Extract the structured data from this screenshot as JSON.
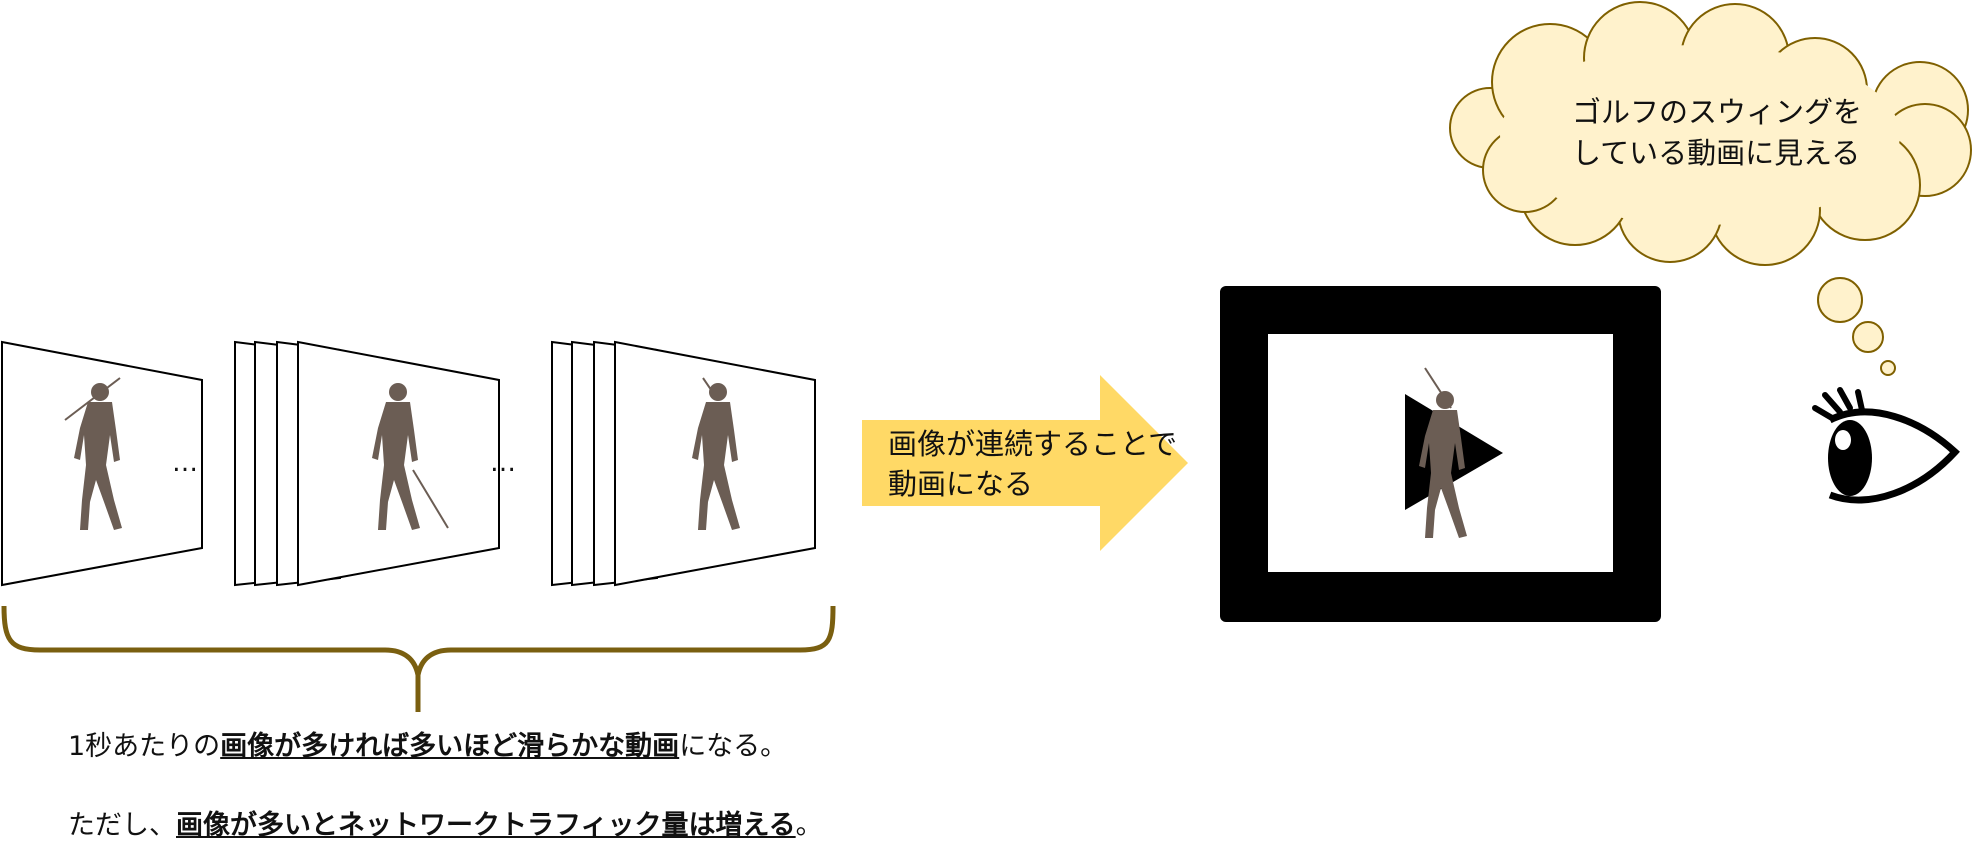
{
  "colors": {
    "silhouette": "#6b5d54",
    "brace": "#7a5f10",
    "arrow": "#ffd966",
    "cloud_fill": "#fff2cc",
    "cloud_stroke": "#7f6000",
    "player_frame": "#000000"
  },
  "frames": {
    "group_a": {
      "ellipsis": "…"
    },
    "group_b": {
      "ellipsis": "…"
    }
  },
  "arrow": {
    "line1": "画像が連続することで",
    "line2": "動画になる"
  },
  "thought": {
    "line1": "ゴルフのスウィングを",
    "line2": "している動画に見える"
  },
  "icons": {
    "player": "play-icon",
    "viewer": "eye-icon",
    "golfer": "golfer-silhouette-icon"
  },
  "caption": {
    "line1_pre": "1秒あたりの",
    "line1_bold": "画像が多ければ多いほど滑らかな動画",
    "line1_post": "になる。",
    "line2_pre": "ただし、",
    "line2_bold": "画像が多いとネットワークトラフィック量は増える",
    "line2_post": "。"
  }
}
